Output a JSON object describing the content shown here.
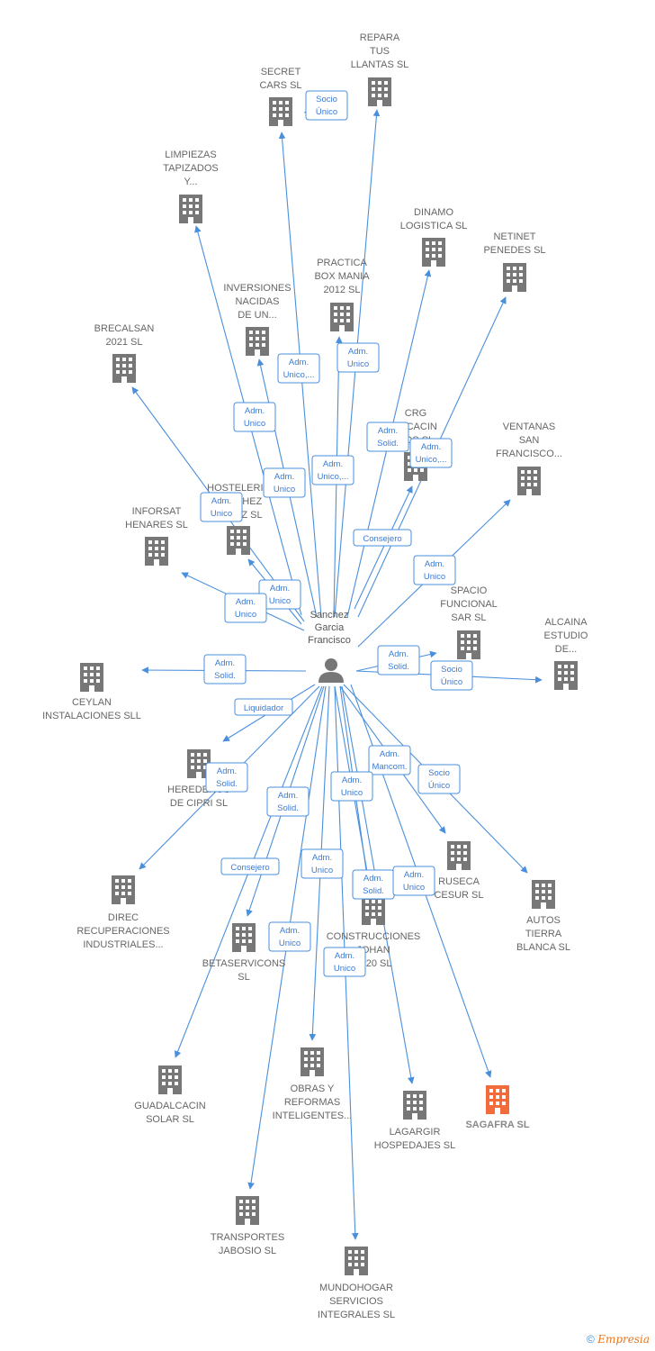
{
  "person": {
    "name_lines": [
      "Sanchez",
      "Garcia",
      "Francisco"
    ]
  },
  "colors": {
    "edge": "#4a8fdc",
    "building": "#777777",
    "building_highlight": "#f26b3a"
  },
  "companies": [
    {
      "id": "repara",
      "label": [
        "REPARA",
        "TUS",
        "LLANTAS SL"
      ]
    },
    {
      "id": "secret",
      "label": [
        "SECRET",
        "CARS  SL"
      ]
    },
    {
      "id": "limpiezas",
      "label": [
        "LIMPIEZAS",
        "TAPIZADOS",
        "Y..."
      ]
    },
    {
      "id": "dinamo",
      "label": [
        "DINAMO",
        "LOGISTICA  SL"
      ]
    },
    {
      "id": "netinet",
      "label": [
        "NETINET",
        "PENEDES SL"
      ]
    },
    {
      "id": "practica",
      "label": [
        "PRACTICA",
        "BOX MANIA",
        "2012 SL"
      ]
    },
    {
      "id": "inversiones",
      "label": [
        "INVERSIONES",
        "NACIDAS",
        "DE UN..."
      ]
    },
    {
      "id": "brecalsan",
      "label": [
        "BRECALSAN",
        "2021  SL"
      ]
    },
    {
      "id": "crg",
      "label": [
        "CRG",
        "ALCACIN",
        "ROS SL"
      ]
    },
    {
      "id": "ventanas",
      "label": [
        "VENTANAS",
        "SAN",
        "FRANCISCO..."
      ]
    },
    {
      "id": "hosteleria",
      "label": [
        "HOSTELERIA",
        "SANCHEZ",
        "PEREZ  SL"
      ]
    },
    {
      "id": "inforsat",
      "label": [
        "INFORSAT",
        "HENARES SL"
      ]
    },
    {
      "id": "spacio",
      "label": [
        "SPACIO",
        "FUNCIONAL",
        "SAR  SL"
      ]
    },
    {
      "id": "alcaina",
      "label": [
        "ALCAINA",
        "ESTUDIO",
        "DE..."
      ]
    },
    {
      "id": "ceylan",
      "label": [
        "CEYLAN",
        "INSTALACIONES SLL"
      ]
    },
    {
      "id": "herederos",
      "label": [
        "HEREDEROS",
        "DE CIPRI SL"
      ]
    },
    {
      "id": "ruseca",
      "label": [
        "RUSECA",
        "CESUR  SL"
      ]
    },
    {
      "id": "autos",
      "label": [
        "AUTOS",
        "TIERRA",
        "BLANCA  SL"
      ]
    },
    {
      "id": "direc",
      "label": [
        "DIREC",
        "RECUPERACIONES",
        "INDUSTRIALES..."
      ]
    },
    {
      "id": "construcciones",
      "label": [
        "CONSTRUCCIONES",
        "JOHAN",
        "2020  SL"
      ]
    },
    {
      "id": "betaservicons",
      "label": [
        "BETASERVICONS",
        "SL"
      ]
    },
    {
      "id": "guadalcacin",
      "label": [
        "GUADALCACIN",
        "SOLAR SL"
      ]
    },
    {
      "id": "obras",
      "label": [
        "OBRAS Y",
        "REFORMAS",
        "INTELIGENTES..."
      ]
    },
    {
      "id": "lagargir",
      "label": [
        "LAGARGIR",
        "HOSPEDAJES SL"
      ]
    },
    {
      "id": "sagafra",
      "label": [
        "SAGAFRA  SL"
      ]
    },
    {
      "id": "transportes",
      "label": [
        "TRANSPORTES",
        "JABOSIO SL"
      ]
    },
    {
      "id": "mundohogar",
      "label": [
        "MUNDOHOGAR",
        "SERVICIOS",
        "INTEGRALES SL"
      ]
    }
  ],
  "relations": [
    {
      "lines": [
        "Socio",
        "Único"
      ]
    },
    {
      "lines": [
        "Adm.",
        "Unico,..."
      ]
    },
    {
      "lines": [
        "Adm.",
        "Unico"
      ]
    },
    {
      "lines": [
        "Adm.",
        "Unico"
      ]
    },
    {
      "lines": [
        "Adm.",
        "Solid."
      ]
    },
    {
      "lines": [
        "Adm.",
        "Unico"
      ]
    },
    {
      "lines": [
        "Adm.",
        "Unico,..."
      ]
    },
    {
      "lines": [
        "Adm.",
        "Unico,..."
      ]
    },
    {
      "lines": [
        "Adm.",
        "Unico"
      ]
    },
    {
      "lines": [
        "Consejero"
      ]
    },
    {
      "lines": [
        "Adm.",
        "Unico"
      ]
    },
    {
      "lines": [
        "Adm.",
        "Unico"
      ]
    },
    {
      "lines": [
        "Adm.",
        "Unico"
      ]
    },
    {
      "lines": [
        "Adm.",
        "Solid."
      ]
    },
    {
      "lines": [
        "Adm.",
        "Solid."
      ]
    },
    {
      "lines": [
        "Socio",
        "Único"
      ]
    },
    {
      "lines": [
        "Liquidador"
      ]
    },
    {
      "lines": [
        "Adm.",
        "Solid."
      ]
    },
    {
      "lines": [
        "Adm.",
        "Mancom."
      ]
    },
    {
      "lines": [
        "Socio",
        "Único"
      ]
    },
    {
      "lines": [
        "Adm.",
        "Solid."
      ]
    },
    {
      "lines": [
        "Adm.",
        "Unico"
      ]
    },
    {
      "lines": [
        "Consejero"
      ]
    },
    {
      "lines": [
        "Adm.",
        "Unico"
      ]
    },
    {
      "lines": [
        "Adm.",
        "Solid."
      ]
    },
    {
      "lines": [
        "Adm.",
        "Unico"
      ]
    },
    {
      "lines": [
        "Adm.",
        "Unico"
      ]
    },
    {
      "lines": [
        "Adm.",
        "Unico"
      ]
    }
  ],
  "footer": {
    "copyright": "©",
    "brand": "Empresia"
  }
}
